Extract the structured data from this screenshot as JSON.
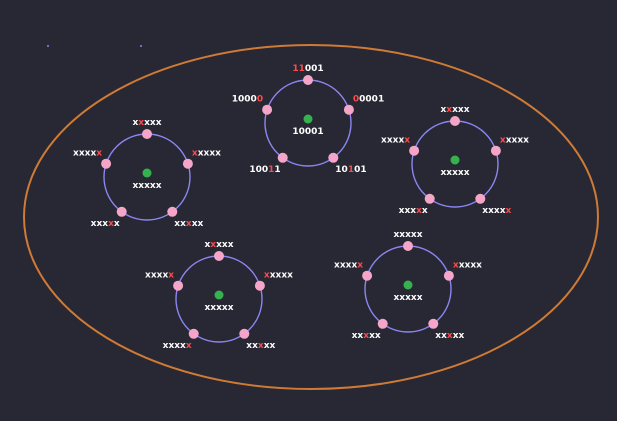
{
  "colors": {
    "background": "#272834",
    "outer_ellipse": "#cf7a35",
    "ring": "#8b86f0",
    "node": "#f5a6c8",
    "center": "#35b24e",
    "label_text": "#ffffff",
    "highlight_text": "#ff4a4a"
  },
  "clusters": [
    {
      "id": "top",
      "center_label": "10001",
      "nodes": [
        {
          "parts": [
            {
              "t": "11",
              "h": true
            },
            {
              "t": "001",
              "h": false
            }
          ]
        },
        {
          "parts": [
            {
              "t": "0",
              "h": true
            },
            {
              "t": "0001",
              "h": false
            }
          ]
        },
        {
          "parts": [
            {
              "t": "10",
              "h": false
            },
            {
              "t": "1",
              "h": true
            },
            {
              "t": "01",
              "h": false
            }
          ]
        },
        {
          "parts": [
            {
              "t": "100",
              "h": false
            },
            {
              "t": "1",
              "h": true
            },
            {
              "t": "1",
              "h": false
            }
          ]
        },
        {
          "parts": [
            {
              "t": "1000",
              "h": false
            },
            {
              "t": "0",
              "h": true
            }
          ]
        }
      ]
    },
    {
      "id": "left",
      "center_label": "xxxxx",
      "nodes": [
        {
          "parts": [
            {
              "t": "x",
              "h": false
            },
            {
              "t": "x",
              "h": true
            },
            {
              "t": "xxx",
              "h": false
            }
          ]
        },
        {
          "parts": [
            {
              "t": "x",
              "h": true
            },
            {
              "t": "xxxx",
              "h": false
            }
          ]
        },
        {
          "parts": [
            {
              "t": "xx",
              "h": false
            },
            {
              "t": "x",
              "h": true
            },
            {
              "t": "xx",
              "h": false
            }
          ]
        },
        {
          "parts": [
            {
              "t": "xxx",
              "h": false
            },
            {
              "t": "x",
              "h": true
            },
            {
              "t": "x",
              "h": false
            }
          ]
        },
        {
          "parts": [
            {
              "t": "xxxx",
              "h": false
            },
            {
              "t": "x",
              "h": true
            }
          ]
        }
      ]
    },
    {
      "id": "right",
      "center_label": "xxxxx",
      "nodes": [
        {
          "parts": [
            {
              "t": "x",
              "h": false
            },
            {
              "t": "x",
              "h": true
            },
            {
              "t": "xxx",
              "h": false
            }
          ]
        },
        {
          "parts": [
            {
              "t": "x",
              "h": true
            },
            {
              "t": "xxxx",
              "h": false
            }
          ]
        },
        {
          "parts": [
            {
              "t": "xxxx",
              "h": false
            },
            {
              "t": "x",
              "h": true
            }
          ]
        },
        {
          "parts": [
            {
              "t": "xxx",
              "h": false
            },
            {
              "t": "x",
              "h": true
            },
            {
              "t": "x",
              "h": false
            }
          ]
        },
        {
          "parts": [
            {
              "t": "xxxx",
              "h": false
            },
            {
              "t": "x",
              "h": true
            }
          ]
        }
      ]
    },
    {
      "id": "bottom-left",
      "center_label": "xxxxx",
      "nodes": [
        {
          "parts": [
            {
              "t": "x",
              "h": false
            },
            {
              "t": "x",
              "h": true
            },
            {
              "t": "xxx",
              "h": false
            }
          ]
        },
        {
          "parts": [
            {
              "t": "x",
              "h": true
            },
            {
              "t": "xxxx",
              "h": false
            }
          ]
        },
        {
          "parts": [
            {
              "t": "xx",
              "h": false
            },
            {
              "t": "x",
              "h": true
            },
            {
              "t": "xx",
              "h": false
            }
          ]
        },
        {
          "parts": [
            {
              "t": "xxxx",
              "h": false
            },
            {
              "t": "x",
              "h": true
            }
          ]
        },
        {
          "parts": [
            {
              "t": "xxxx",
              "h": false
            },
            {
              "t": "x",
              "h": true
            }
          ]
        }
      ]
    },
    {
      "id": "bottom-right",
      "center_label": "xxxxx",
      "nodes": [
        {
          "parts": [
            {
              "t": "xxxxx",
              "h": false
            }
          ]
        },
        {
          "parts": [
            {
              "t": "x",
              "h": true
            },
            {
              "t": "xxxx",
              "h": false
            }
          ]
        },
        {
          "parts": [
            {
              "t": "xx",
              "h": false
            },
            {
              "t": "x",
              "h": true
            },
            {
              "t": "xx",
              "h": false
            }
          ]
        },
        {
          "parts": [
            {
              "t": "xx",
              "h": false
            },
            {
              "t": "x",
              "h": true
            },
            {
              "t": "xx",
              "h": false
            }
          ]
        },
        {
          "parts": [
            {
              "t": "xxxx",
              "h": false
            },
            {
              "t": "x",
              "h": true
            }
          ]
        }
      ]
    }
  ]
}
